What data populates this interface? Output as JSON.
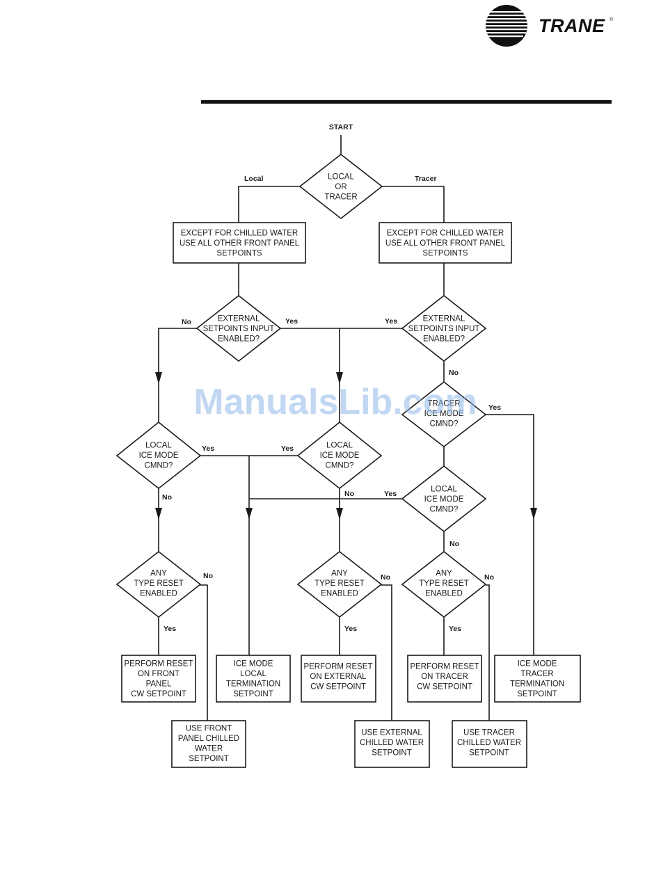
{
  "brand": {
    "name": "TRANE",
    "trademark": "®"
  },
  "watermark": "ManualsLib.com",
  "start_label": "START",
  "nodes": {
    "local_or_tracer": [
      "LOCAL",
      "OR",
      "TRACER"
    ],
    "except_left": [
      "EXCEPT FOR CHILLED WATER",
      "USE ALL OTHER FRONT PANEL",
      "SETPOINTS"
    ],
    "except_right": [
      "EXCEPT FOR CHILLED WATER",
      "USE ALL OTHER FRONT PANEL",
      "SETPOINTS"
    ],
    "ext_left": [
      "EXTERNAL",
      "SETPOINTS INPUT",
      "ENABLED?"
    ],
    "ext_right": [
      "EXTERNAL",
      "SETPOINTS INPUT",
      "ENABLED?"
    ],
    "tracer_ice": [
      "TRACER",
      "ICE MODE",
      "CMND?"
    ],
    "local_ice_1": [
      "LOCAL",
      "ICE MODE",
      "CMND?"
    ],
    "local_ice_2": [
      "LOCAL",
      "ICE MODE",
      "CMND?"
    ],
    "local_ice_3": [
      "LOCAL",
      "ICE MODE",
      "CMND?"
    ],
    "any_reset_1": [
      "ANY",
      "TYPE RESET",
      "ENABLED"
    ],
    "any_reset_2": [
      "ANY",
      "TYPE RESET",
      "ENABLED"
    ],
    "any_reset_3": [
      "ANY",
      "TYPE RESET",
      "ENABLED"
    ],
    "perform_front": [
      "PERFORM RESET",
      "ON FRONT",
      "PANEL",
      "CW SETPOINT"
    ],
    "ice_local_term": [
      "ICE MODE",
      "LOCAL",
      "TERMINATION",
      "SETPOINT"
    ],
    "perform_external": [
      "PERFORM RESET",
      "ON EXTERNAL",
      "CW SETPOINT"
    ],
    "perform_tracer": [
      "PERFORM RESET",
      "ON TRACER",
      "CW SETPOINT"
    ],
    "ice_tracer_term": [
      "ICE MODE",
      "TRACER",
      "TERMINATION",
      "SETPOINT"
    ],
    "use_front": [
      "USE FRONT",
      "PANEL CHILLED",
      "WATER",
      "SETPOINT"
    ],
    "use_external": [
      "USE EXTERNAL",
      "CHILLED WATER",
      "SETPOINT"
    ],
    "use_tracer": [
      "USE TRACER",
      "CHILLED WATER",
      "SETPOINT"
    ]
  },
  "edge_labels": {
    "local": "Local",
    "tracer": "Tracer",
    "no_ext_left": "No",
    "yes_ext_left": "Yes",
    "yes_ext_right": "Yes",
    "no_ext_right": "No",
    "yes_tracer_ice": "Yes",
    "yes_local_ice_1": "Yes",
    "yes_local_ice_2": "Yes",
    "no_local_ice_1": "No",
    "no_local_ice_2": "No",
    "yes_local_ice_3": "Yes",
    "no_local_ice_3": "No",
    "no_reset_1": "No",
    "yes_reset_1": "Yes",
    "no_reset_2": "No",
    "yes_reset_2": "Yes",
    "no_reset_3": "No",
    "yes_reset_3": "Yes"
  }
}
